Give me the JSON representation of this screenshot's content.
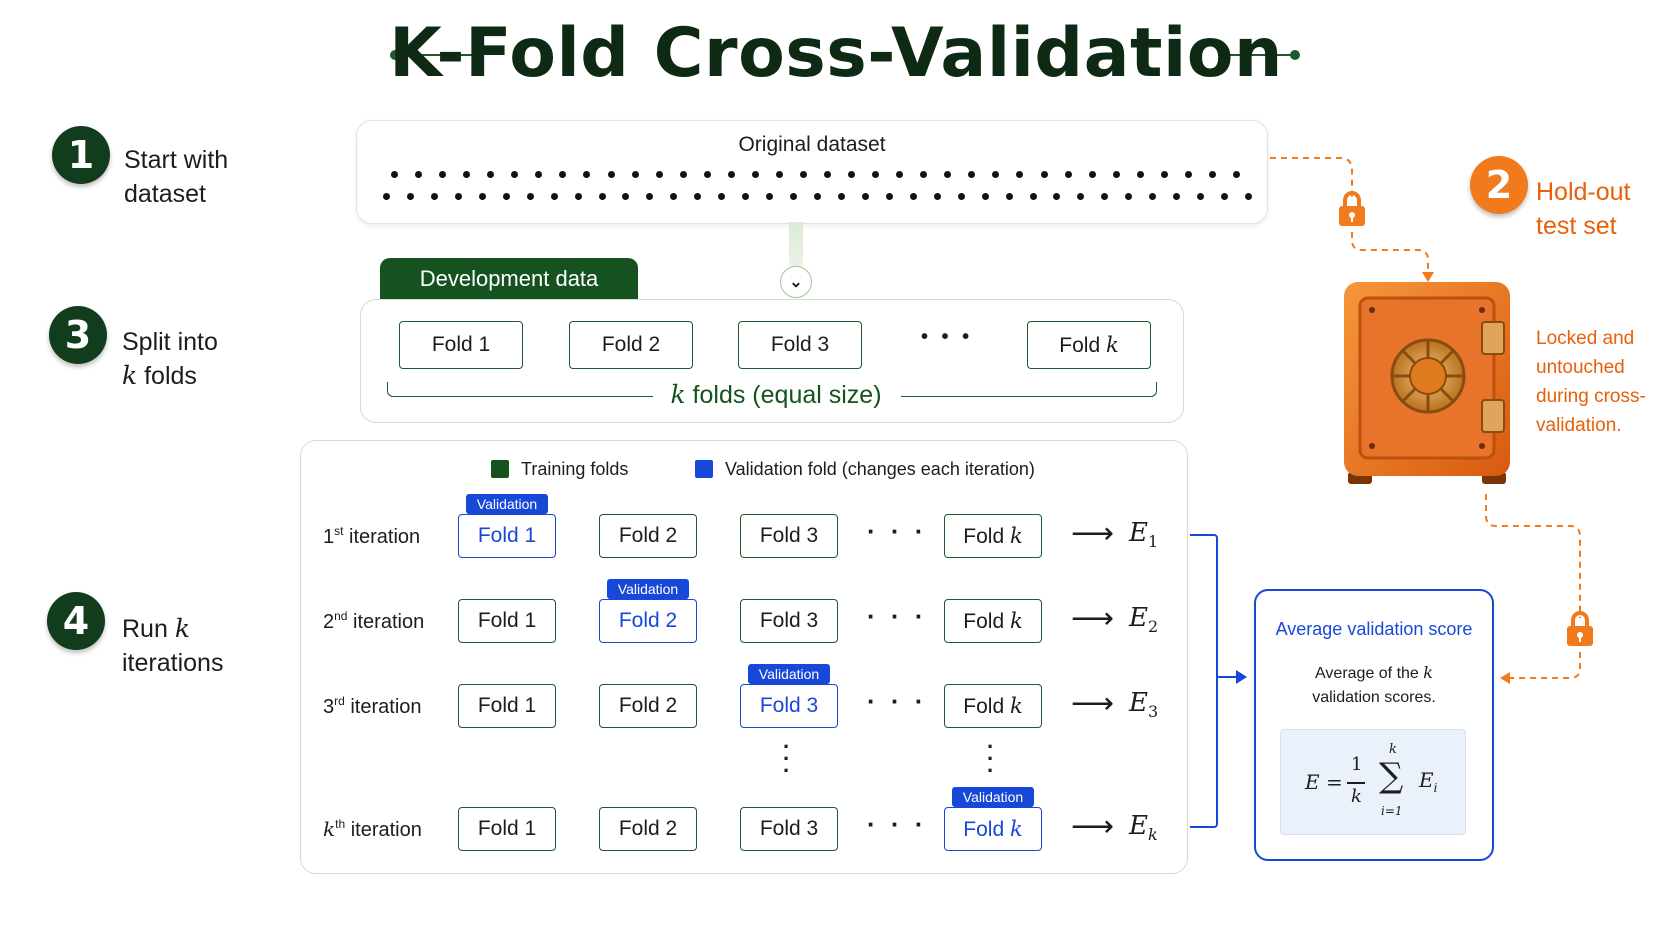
{
  "title": "K-Fold Cross-Validation",
  "steps": {
    "s1": {
      "num": "1",
      "line1": "Start with",
      "line2": "dataset"
    },
    "s2": {
      "num": "2",
      "line1": "Hold-out",
      "line2": "test set"
    },
    "s3": {
      "num": "3",
      "line1": "Split into",
      "line2_var": "k",
      "line2_rest": " folds"
    },
    "s4": {
      "num": "4",
      "line1_pre": "Run ",
      "line1_var": "k",
      "line2": "iterations"
    }
  },
  "original_dataset": {
    "label": "Original dataset"
  },
  "development": {
    "tab": "Development data",
    "folds": [
      "Fold 1",
      "Fold 2",
      "Fold 3",
      "Fold k"
    ],
    "ellipsis": "• • •",
    "brace_var": "k",
    "brace_rest": " folds (equal size)"
  },
  "legend": {
    "training": "Training folds",
    "validation": "Validation fold (changes each iteration)"
  },
  "validation_tag": "Validation",
  "iterations": [
    {
      "label": "1",
      "sup": "st",
      "suffix": " iteration",
      "folds": [
        "Fold 1",
        "Fold 2",
        "Fold 3",
        "Fold k"
      ],
      "val_index": 0,
      "e": "E",
      "e_sub": "1"
    },
    {
      "label": "2",
      "sup": "nd",
      "suffix": " iteration",
      "folds": [
        "Fold 1",
        "Fold 2",
        "Fold 3",
        "Fold k"
      ],
      "val_index": 1,
      "e": "E",
      "e_sub": "2"
    },
    {
      "label": "3",
      "sup": "rd",
      "suffix": " iteration",
      "folds": [
        "Fold 1",
        "Fold 2",
        "Fold 3",
        "Fold k"
      ],
      "val_index": 2,
      "e": "E",
      "e_sub": "3"
    },
    {
      "label": "k",
      "sup": "th",
      "suffix": " iteration",
      "folds": [
        "Fold 1",
        "Fold 2",
        "Fold 3",
        "Fold k"
      ],
      "val_index": 3,
      "e": "E",
      "e_sub": "k"
    }
  ],
  "row_ellipsis": "· · ·",
  "holdout_note": [
    "Locked and",
    "untouched",
    "during cross-",
    "validation."
  ],
  "average": {
    "title": "Average validation score",
    "desc_line1_pre": "Average of the ",
    "desc_line1_var": "k",
    "desc_line2": "validation scores.",
    "formula": {
      "lhs": "E",
      "eq": "=",
      "num": "1",
      "den": "k",
      "sum_top": "k",
      "sum_sym": "∑",
      "sum_bottom": "i=1",
      "term": "E",
      "term_sub": "i"
    }
  },
  "colors": {
    "dark_green": "#123d1c",
    "green_line": "#1f5a2c",
    "blue": "#1848d8",
    "orange": "#f07a1c",
    "light_green_border": "#cfe2c8"
  }
}
